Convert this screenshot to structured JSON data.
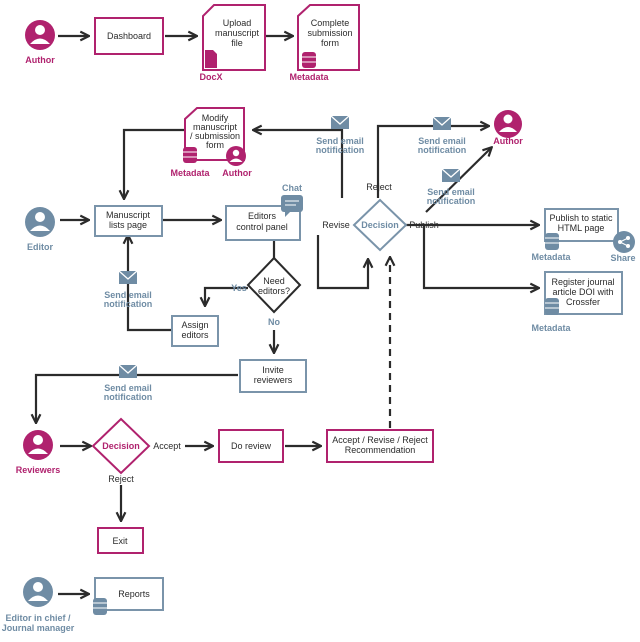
{
  "colors": {
    "pink": "#b0226e",
    "blue": "#6f8ca4",
    "dark": "#2b2b2b"
  },
  "actors": {
    "author_top": "Author",
    "author_modify": "Author",
    "author_right": "Author",
    "editor": "Editor",
    "reviewers": "Reviewers",
    "eic_line1": "Editor in chief /",
    "eic_line2": "Journal manager"
  },
  "boxes": {
    "dashboard": "Dashboard",
    "upload": [
      "Upload",
      "manuscript",
      "file"
    ],
    "complete": [
      "Complete",
      "submission",
      "form"
    ],
    "modify": [
      "Modify",
      "manuscript",
      "/ submission",
      "form"
    ],
    "manuscript_lists": [
      "Manuscript",
      "lists page"
    ],
    "editors_panel": [
      "Editors",
      "control panel"
    ],
    "need_editors": [
      "Need",
      "editors?"
    ],
    "assign": [
      "Assign",
      "editors"
    ],
    "invite": [
      "Invite",
      "reviewers"
    ],
    "publish_static": [
      "Publish to static",
      "HTML page"
    ],
    "register_doi": [
      "Register journal",
      "article DOI with",
      "Crossfer"
    ],
    "do_review": "Do review",
    "recommendation": [
      "Accept / Revise / Reject",
      "Recommendation"
    ],
    "exit": "Exit",
    "reports": "Reports"
  },
  "decisions": {
    "editor_decision": "Decision",
    "reviewer_decision": "Decision"
  },
  "edge_labels": {
    "reject_top": "Reject",
    "revise": "Revise",
    "publish": "Publish",
    "yes": "Yes",
    "no": "No",
    "accept": "Accept",
    "reject_bottom": "Reject"
  },
  "notifications": {
    "send1": [
      "Send email",
      "notification"
    ],
    "send2": [
      "Send email",
      "notification"
    ],
    "send3": [
      "Send email",
      "notification"
    ],
    "send4": [
      "Send email",
      "notification"
    ],
    "send5": [
      "Send email",
      "notification"
    ]
  },
  "tags": {
    "docx": "DocX",
    "metadata_complete": "Metadata",
    "metadata_modify": "Metadata",
    "metadata_publish": "Metadata",
    "metadata_doi": "Metadata",
    "chat": "Chat",
    "share": "Share"
  },
  "icons": [
    "person-icon",
    "document-icon",
    "database-icon",
    "envelope-icon",
    "chat-bubble-icon",
    "share-icon"
  ]
}
